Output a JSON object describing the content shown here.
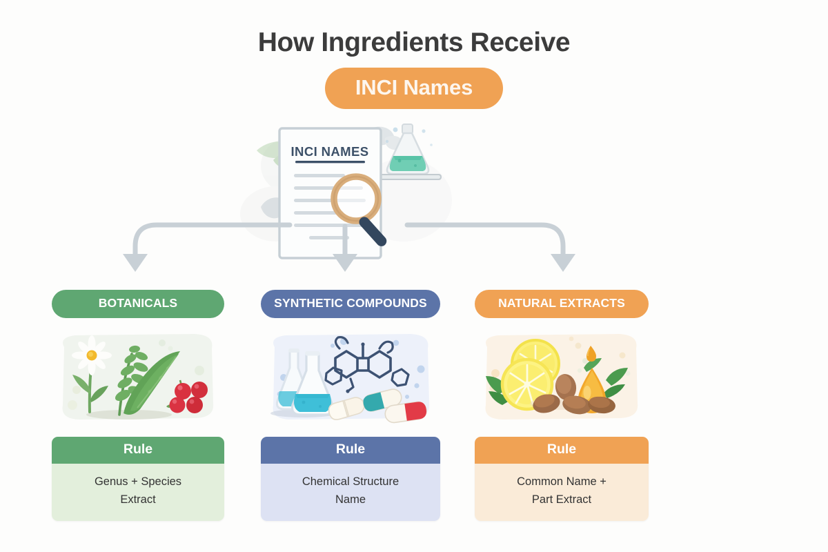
{
  "header": {
    "title": "How Ingredients Receive",
    "pill_label": "INCI Names",
    "pill_color": "#F0A254",
    "title_color": "#3C3C3C"
  },
  "hero": {
    "document_heading": "INCI NAMES",
    "icons": [
      "document-icon",
      "magnifier-icon",
      "flask-icon",
      "leaf-icon"
    ],
    "document_line_count": 6
  },
  "connectors": {
    "color": "#C8D0D6",
    "arrow_count": 3
  },
  "columns": [
    {
      "id": "botanicals",
      "category_label": "BOTANICALS",
      "accent": "#5FA772",
      "body_bg": "#E3EFDC",
      "illustration": "botanicals-illustration",
      "illustration_items": [
        "daisy-flower-icon",
        "fern-leaf-icon",
        "aloe-leaf-icon",
        "red-berries-icon"
      ],
      "rule_heading": "Rule",
      "rule_line1": "Genus + Species",
      "rule_line2": "Extract"
    },
    {
      "id": "synthetic",
      "category_label": "SYNTHETIC COMPOUNDS",
      "accent": "#5C74A8",
      "body_bg": "#DDE2F3",
      "illustration": "synthetic-compounds-illustration",
      "illustration_items": [
        "flask-icon",
        "molecule-structure-icon",
        "capsule-pill-icon"
      ],
      "rule_heading": "Rule",
      "rule_line1": "Chemical Structure",
      "rule_line2": "Name"
    },
    {
      "id": "natural",
      "category_label": "NATURAL EXTRACTS",
      "accent": "#F0A254",
      "body_bg": "#FAEBD8",
      "illustration": "natural-extracts-illustration",
      "illustration_items": [
        "lemon-slice-icon",
        "oil-droplet-icon",
        "almond-nut-icon",
        "leaf-icon"
      ],
      "rule_heading": "Rule",
      "rule_line1": "Common Name +",
      "rule_line2": "Part Extract"
    }
  ]
}
